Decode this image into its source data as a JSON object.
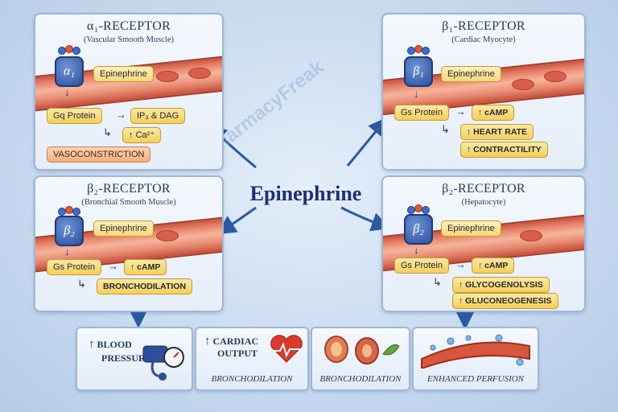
{
  "center_label": "Epinephrine",
  "watermark": "PharmacyFreak",
  "panels": {
    "alpha1": {
      "title": "α₁-RECEPTOR",
      "subtitle": "(Vascular Smooth Muscle)",
      "receptor": "α₁",
      "ligand": "Epinephrine",
      "g_protein": "Gq Protein",
      "second": "IP₃ & DAG",
      "third": "Ca²⁺",
      "outcome": "VASOCONSTRICTION"
    },
    "beta1": {
      "title": "β₁-RECEPTOR",
      "subtitle": "(Cardiac Myocyte)",
      "receptor": "β₁",
      "ligand": "Epinephrine",
      "g_protein": "Gs Protein",
      "second": "cAMP",
      "effect1": "HEART RATE",
      "effect2": "CONTRACTILITY"
    },
    "beta2_bronchial": {
      "title": "β₂-RECEPTOR",
      "subtitle": "(Bronchial Smooth Muscle)",
      "receptor": "β₂",
      "ligand": "Epinephrine",
      "g_protein": "Gs Protein",
      "second": "cAMP",
      "outcome": "BRONCHODILATION"
    },
    "beta2_hepatocyte": {
      "title": "β₂-RECEPTOR",
      "subtitle": "(Hepatocyte)",
      "receptor": "β₂",
      "ligand": "Epinephrine",
      "g_protein": "Gs Protein",
      "second": "cAMP",
      "effect1": "GLYCOGENOLYSIS",
      "effect2": "GLUCONEOGENESIS"
    }
  },
  "bottom": [
    {
      "line1": "BLOOD",
      "line2": "PRESSURE",
      "label": ""
    },
    {
      "line1": "CARDIAC",
      "line2": "OUTPUT",
      "label": "BRONCHODILATION"
    },
    {
      "line1": "",
      "line2": "",
      "label": "BRONCHODILATION"
    },
    {
      "line1": "",
      "line2": "",
      "label": "ENHANCED PERFUSION"
    }
  ],
  "up_arrow": "↑",
  "colors": {
    "accent": "#1f3a6d",
    "arrow": "#2b5aa3",
    "pill": "#f2cf5b",
    "vessel": "#e8826a"
  }
}
